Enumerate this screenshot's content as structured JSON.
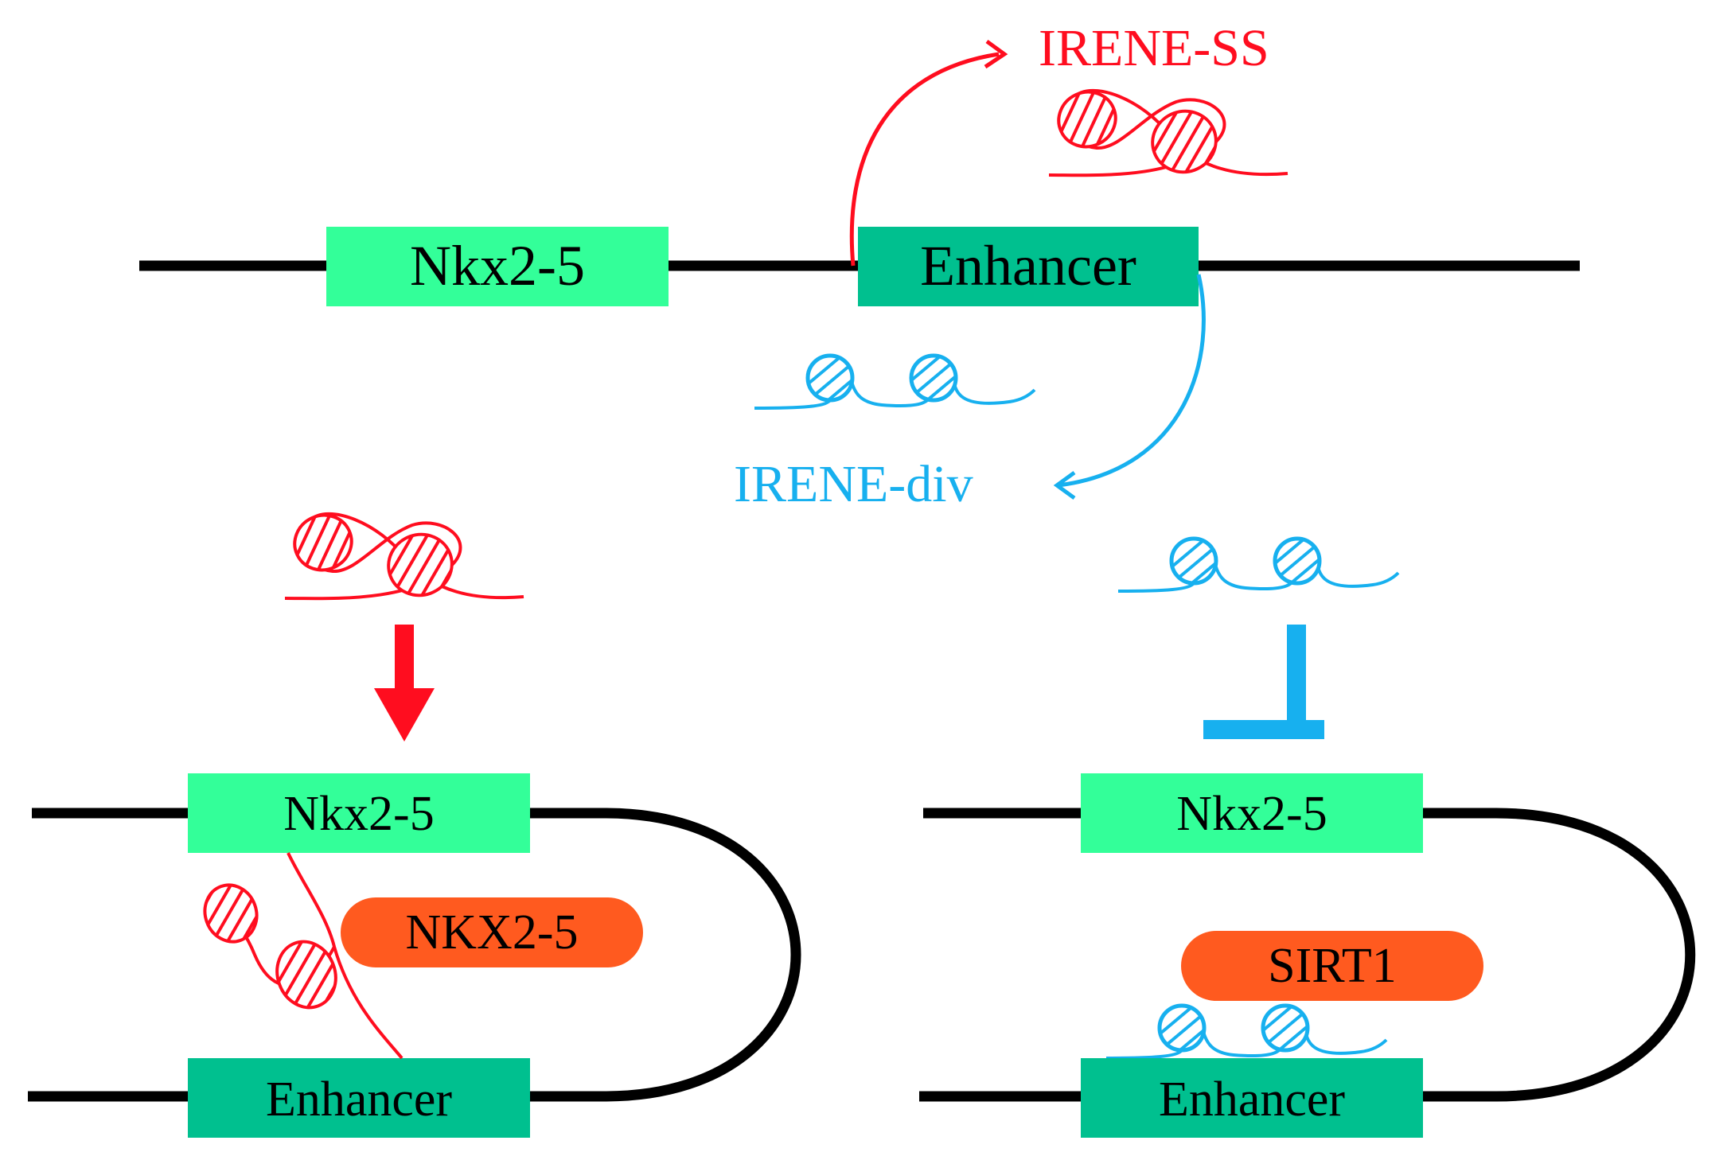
{
  "colors": {
    "gene_box": "#33ff99",
    "enhancer_box": "#00c08f",
    "protein": "#ff5a1f",
    "irene_ss": "#ff0d1f",
    "irene_div": "#17b0ef",
    "dna": "#000000"
  },
  "top": {
    "gene_label": "Nkx2-5",
    "enhancer_label": "Enhancer",
    "irene_ss_label": "IRENE-SS",
    "irene_div_label": "IRENE-div"
  },
  "left_panel": {
    "gene_label": "Nkx2-5",
    "enhancer_label": "Enhancer",
    "protein_label": "NKX2-5",
    "effect": "activation-arrow"
  },
  "right_panel": {
    "gene_label": "Nkx2-5",
    "enhancer_label": "Enhancer",
    "protein_label": "SIRT1",
    "effect": "inhibition-bar"
  }
}
